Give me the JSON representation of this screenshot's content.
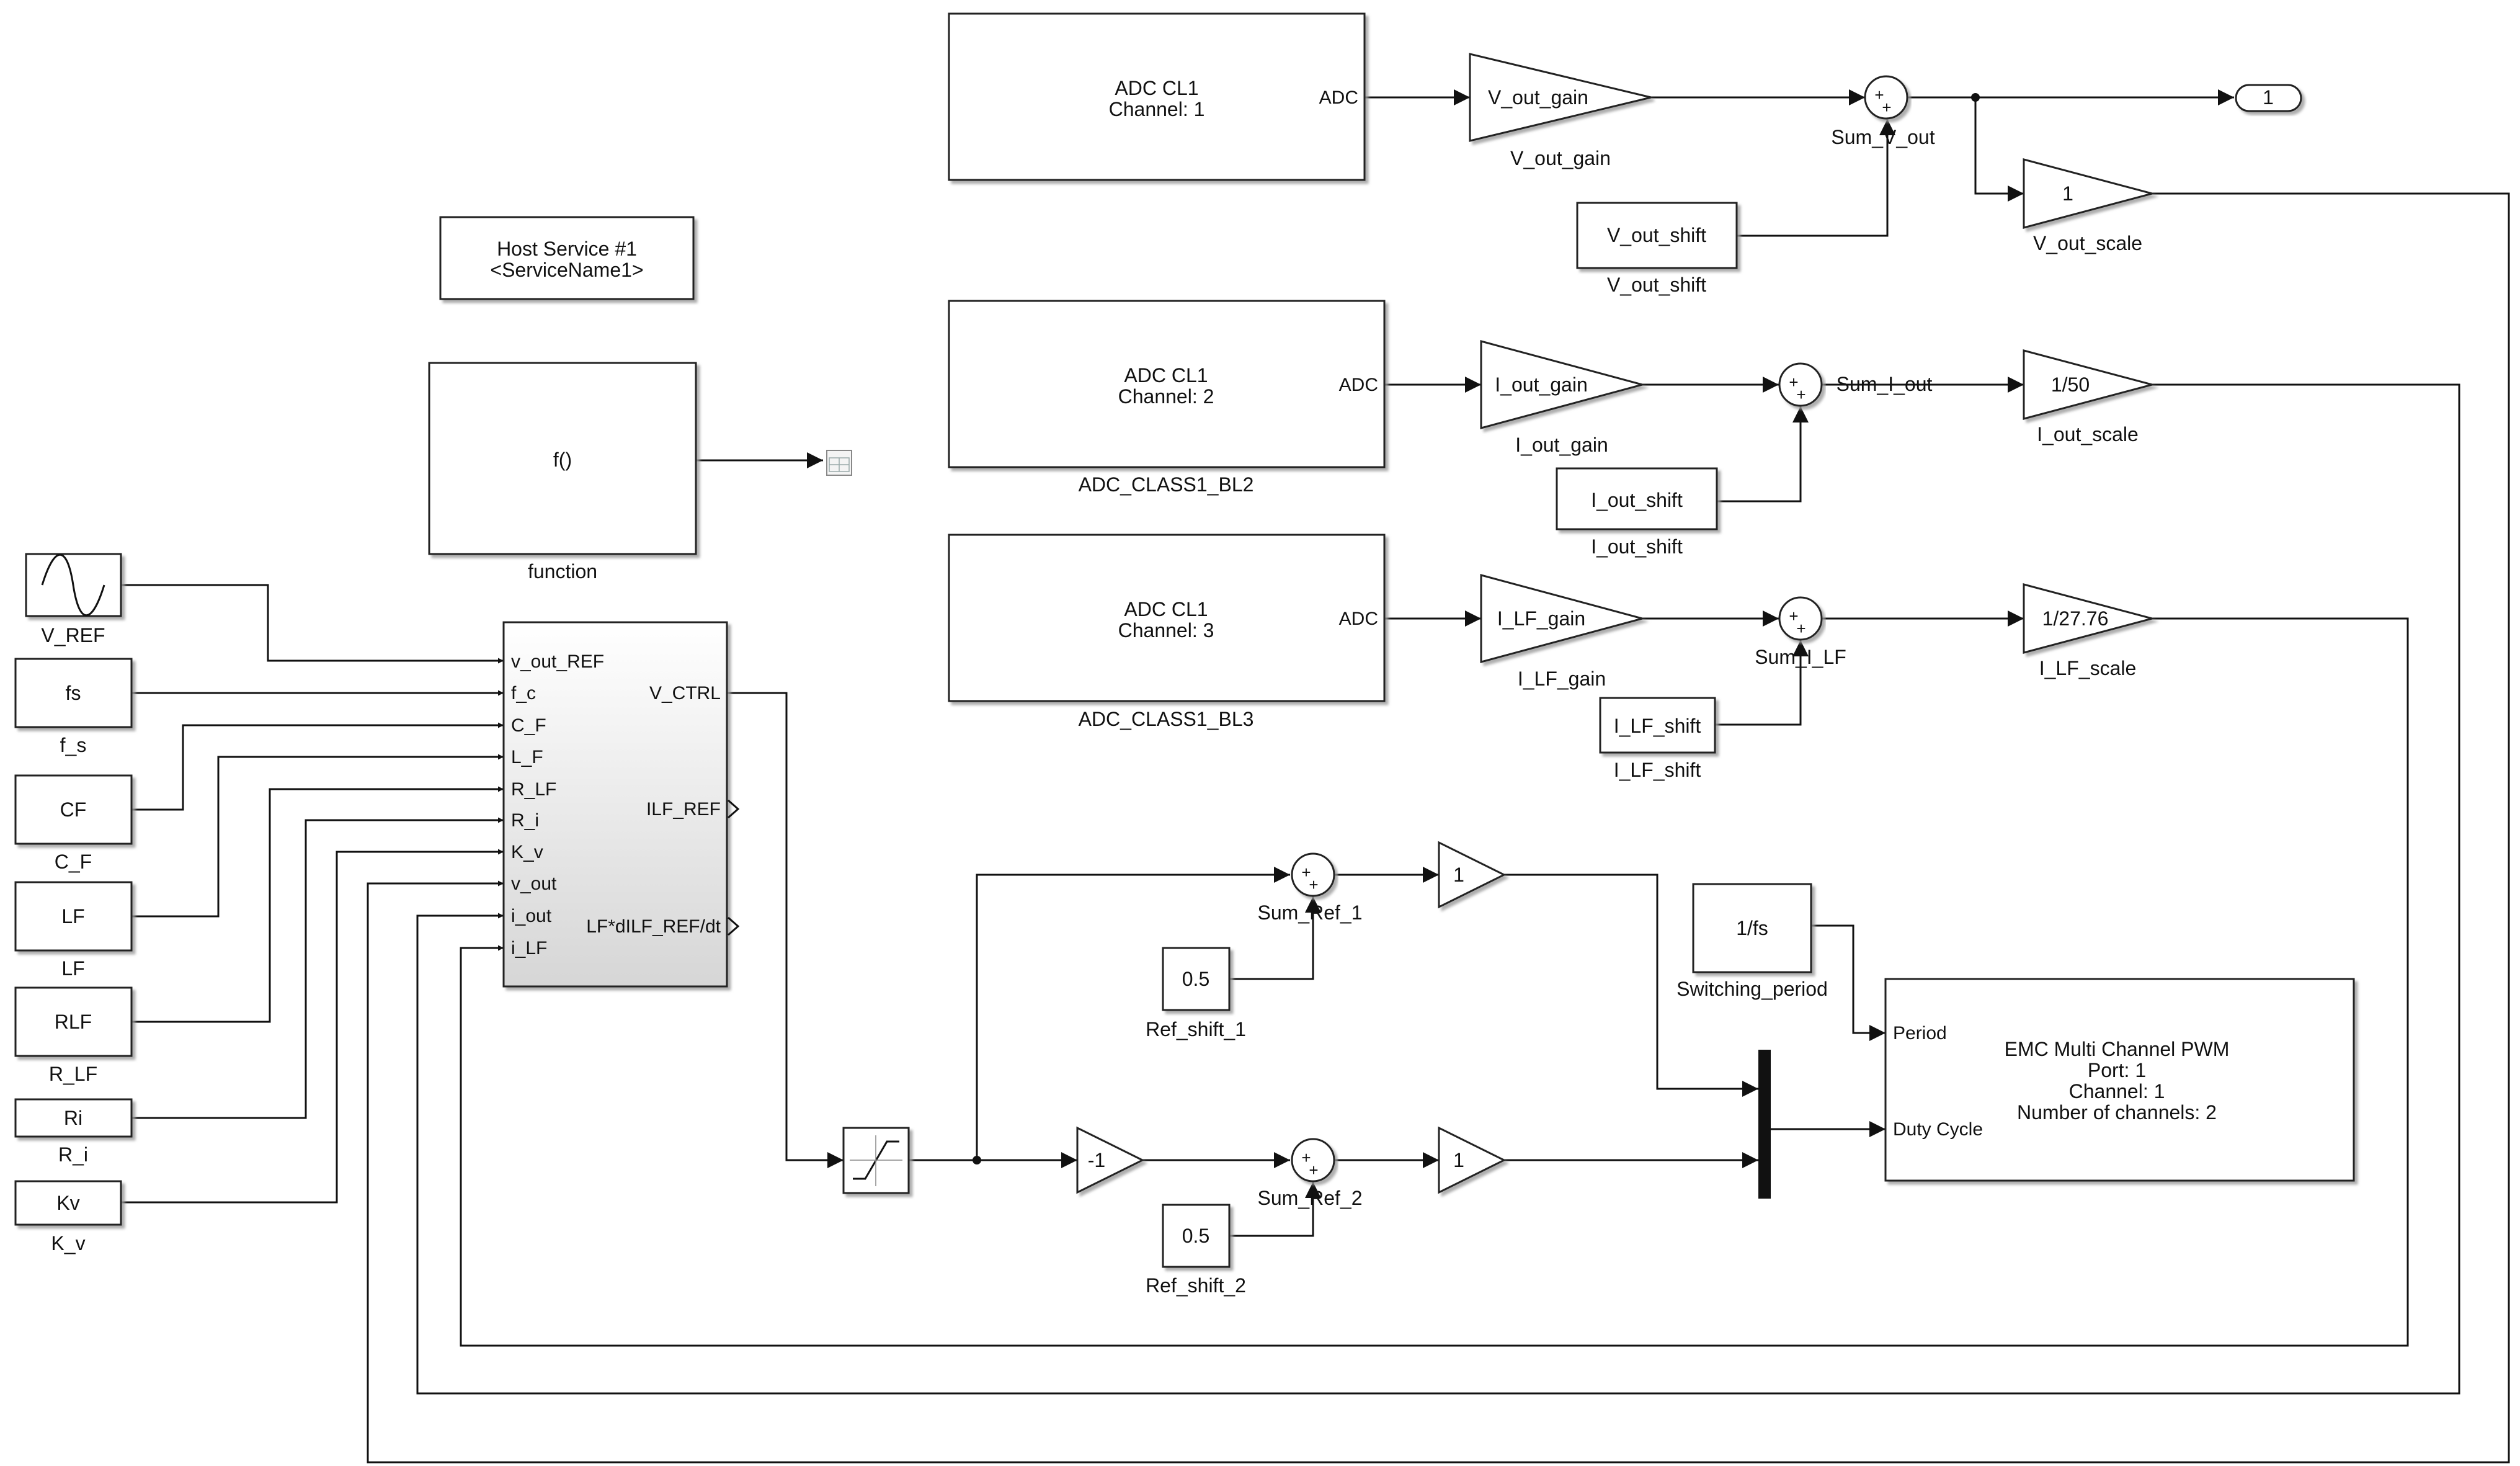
{
  "blocks": {
    "adc1": {
      "line1": "ADC CL1",
      "line2": "Channel: 1",
      "port": "ADC"
    },
    "adc2": {
      "line1": "ADC CL1",
      "line2": "Channel: 2",
      "port": "ADC",
      "name": "ADC_CLASS1_BL2"
    },
    "adc3": {
      "line1": "ADC CL1",
      "line2": "Channel: 3",
      "port": "ADC",
      "name": "ADC_CLASS1_BL3"
    },
    "host_service": {
      "line1": "Host Service #1",
      "line2": "<ServiceName1>"
    },
    "function": {
      "text": "f()",
      "name": "function"
    },
    "v_out_gain": {
      "text": "V_out_gain",
      "name": "V_out_gain"
    },
    "sum_v_out": {
      "name": "Sum_V_out",
      "signs": "++"
    },
    "v_out_shift": {
      "text": "V_out_shift",
      "name": "V_out_shift"
    },
    "outport_1": {
      "text": "1"
    },
    "v_out_scale": {
      "text": "1",
      "name": "V_out_scale"
    },
    "i_out_gain": {
      "text": "I_out_gain",
      "name": "I_out_gain"
    },
    "sum_i_out": {
      "name": "Sum_I_out"
    },
    "i_out_shift": {
      "text": "I_out_shift",
      "name": "I_out_shift"
    },
    "i_out_scale": {
      "text": "1/50",
      "name": "I_out_scale"
    },
    "i_lf_gain": {
      "text": "I_LF_gain",
      "name": "I_LF_gain"
    },
    "sum_i_lf": {
      "name": "Sum_I_LF"
    },
    "i_lf_shift": {
      "text": "I_LF_shift",
      "name": "I_LF_shift"
    },
    "i_lf_scale": {
      "text": "1/27.76",
      "name": "I_LF_scale"
    },
    "v_ref": {
      "name": "V_REF"
    },
    "fs": {
      "text": "fs",
      "name": "f_s"
    },
    "cf": {
      "text": "CF",
      "name": "C_F"
    },
    "lf": {
      "text": "LF",
      "name": "LF"
    },
    "rlf": {
      "text": "RLF",
      "name": "R_LF"
    },
    "ri": {
      "text": "Ri",
      "name": "R_i"
    },
    "kv": {
      "text": "Kv",
      "name": "K_v"
    },
    "controller": {
      "inputs": [
        "v_out_REF",
        "f_c",
        "C_F",
        "L_F",
        "R_LF",
        "R_i",
        "K_v",
        "v_out",
        "i_out",
        "i_LF"
      ],
      "outputs": [
        "V_CTRL",
        "ILF_REF",
        "LF*dILF_REF/dt"
      ]
    },
    "sum_ref_1": {
      "name": "Sum_Ref_1"
    },
    "ref_shift_1": {
      "text": "0.5",
      "name": "Ref_shift_1"
    },
    "gain_ref_1": {
      "text": "1"
    },
    "neg_gain": {
      "text": "-1"
    },
    "sum_ref_2": {
      "name": "Sum_Ref_2"
    },
    "ref_shift_2": {
      "text": "0.5",
      "name": "Ref_shift_2"
    },
    "gain_ref_2": {
      "text": "1"
    },
    "switching_period": {
      "text": "1/fs",
      "name": "Switching_period"
    },
    "pwm": {
      "lines": [
        "EMC Multi Channel PWM",
        "Port: 1",
        "Channel: 1",
        "Number of channels: 2"
      ],
      "port_period": "Period",
      "port_duty": "Duty Cycle"
    }
  }
}
